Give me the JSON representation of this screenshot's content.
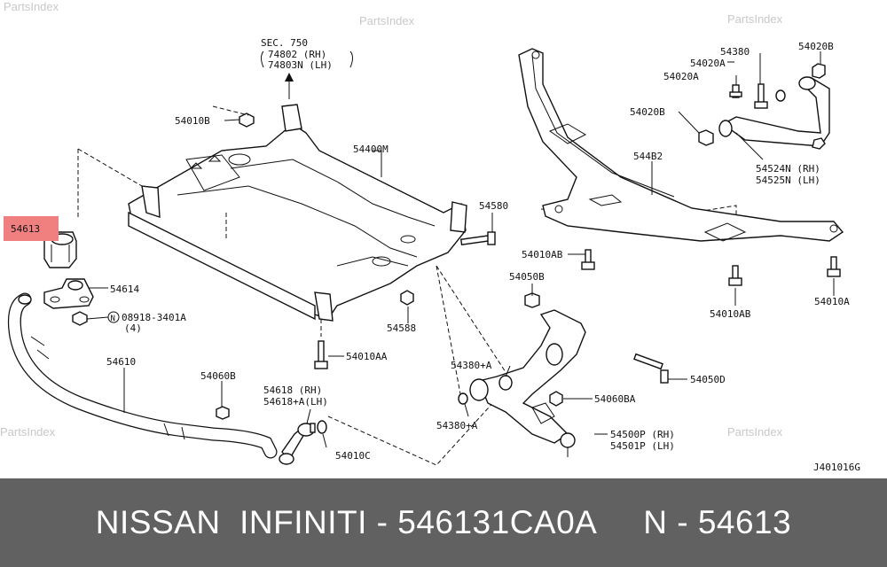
{
  "watermark": "PartsIndex",
  "diagram_code": "J401016G",
  "highlight_color": "#f08080",
  "footer": {
    "text": "NISSAN  INFINITI - 546131CA0A     N - 54613",
    "background": "#616161"
  },
  "labels": {
    "sec_title": "SEC. 750",
    "sec_rh": "74802  (RH)",
    "sec_lh": "74803N (LH)",
    "l54010B": "54010B",
    "l54400M": "54400M",
    "l54613": "54613",
    "l54614": "54614",
    "l08918": "08918-3401A",
    "l08918_qty": "(4)",
    "l54610": "54610",
    "l54060B": "54060B",
    "l54618_rh": "54618 (RH)",
    "l54618_lh": "54618+A(LH)",
    "l54010C": "54010C",
    "l54010AA": "54010AA",
    "l54588": "54588",
    "l54580": "54580",
    "l54380A_top": "54380+A",
    "l54380A_bot": "54380+A",
    "l54050B": "54050B",
    "l54060BA": "54060BA",
    "l54050D": "54050D",
    "l54500P": "54500P (RH)",
    "l54501P": "54501P (LH)",
    "l54010AB_left": "54010AB",
    "l54010AB_right": "54010AB",
    "l54010A": "54010A",
    "l544B2": "544B2",
    "l54380": "54380",
    "l54020A_1": "54020A",
    "l54020A_2": "54020A",
    "l54020B_top": "54020B",
    "l54020B_mid": "54020B",
    "l54524N": "54524N (RH)",
    "l54525N": "54525N (LH)",
    "n_circle": "N"
  }
}
